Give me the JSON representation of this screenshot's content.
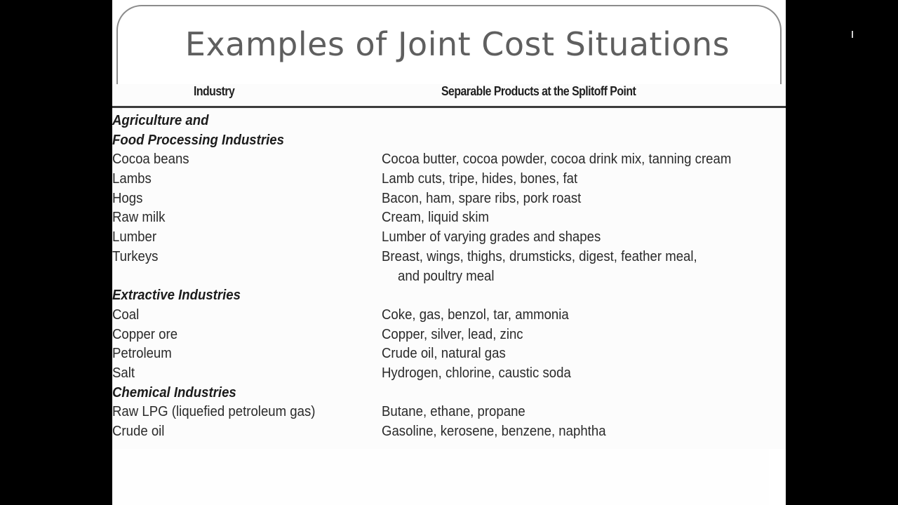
{
  "slide": {
    "title": "Examples of Joint Cost Situations",
    "table": {
      "columns": [
        "Industry",
        "Separable Products at the Splitoff Point"
      ],
      "rows": [
        {
          "type": "section",
          "industry": "Agriculture and",
          "products": ""
        },
        {
          "type": "section",
          "industry": "Food Processing Industries",
          "products": ""
        },
        {
          "type": "item",
          "industry": "Cocoa beans",
          "products": "Cocoa butter, cocoa powder, cocoa drink mix, tanning cream"
        },
        {
          "type": "item",
          "industry": "Lambs",
          "products": "Lamb cuts, tripe, hides, bones, fat"
        },
        {
          "type": "item",
          "industry": "Hogs",
          "products": "Bacon, ham, spare ribs, pork roast"
        },
        {
          "type": "item",
          "industry": "Raw milk",
          "products": "Cream, liquid skim"
        },
        {
          "type": "item",
          "industry": "Lumber",
          "products": "Lumber of varying grades and shapes"
        },
        {
          "type": "item",
          "industry": "Turkeys",
          "products": "Breast, wings, thighs, drumsticks, digest, feather meal,"
        },
        {
          "type": "cont",
          "industry": "",
          "products": "and poultry meal"
        },
        {
          "type": "section",
          "industry": "Extractive Industries",
          "products": ""
        },
        {
          "type": "item",
          "industry": "Coal",
          "products": "Coke, gas, benzol, tar, ammonia"
        },
        {
          "type": "item",
          "industry": "Copper ore",
          "products": "Copper, silver, lead, zinc"
        },
        {
          "type": "item",
          "industry": "Petroleum",
          "products": "Crude oil, natural gas"
        },
        {
          "type": "item",
          "industry": "Salt",
          "products": "Hydrogen, chlorine, caustic soda"
        },
        {
          "type": "section",
          "industry": "Chemical Industries",
          "products": ""
        },
        {
          "type": "item",
          "industry": "Raw LPG (liquefied petroleum gas)",
          "products": "Butane, ethane, propane"
        },
        {
          "type": "item",
          "industry": "Crude oil",
          "products": "Gasoline, kerosene, benzene, naphtha"
        }
      ]
    }
  },
  "colors": {
    "background": "#000000",
    "slide": "#ffffff",
    "title": "#5f5f5f",
    "frame": "#8c8c8c",
    "rule": "#3c3c3c",
    "text": "#2a2a2a"
  }
}
